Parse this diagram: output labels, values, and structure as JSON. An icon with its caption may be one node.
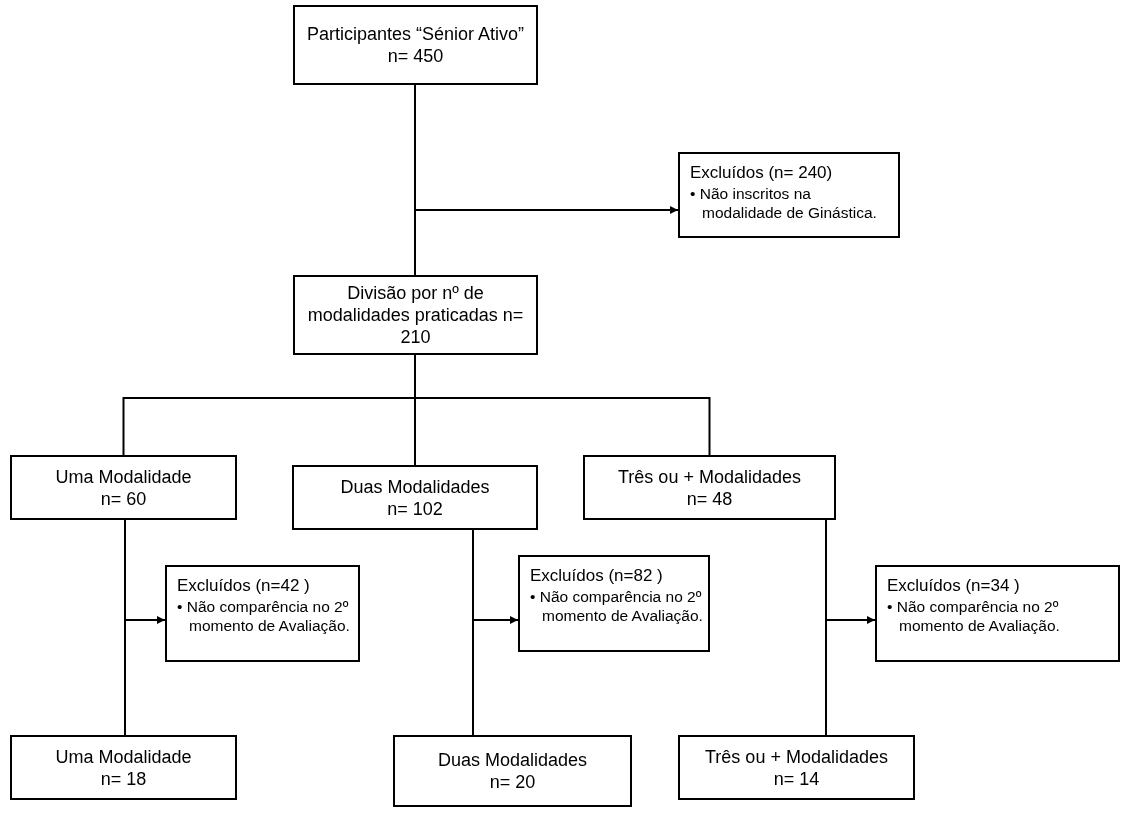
{
  "diagram": {
    "nodes": [
      {
        "text": [
          "Participantes “Sénior Ativo”",
          "n= 450"
        ]
      },
      {
        "text": [
          "Excluídos (n= 240)",
          "• Não inscritos na modalidade de Ginástica."
        ]
      },
      {
        "text": [
          "Divisão por nº de modalidades praticadas n= 210"
        ]
      },
      {
        "text": [
          "Uma Modalidade",
          "n= 60"
        ]
      },
      {
        "text": [
          "Duas Modalidades",
          "n= 102"
        ]
      },
      {
        "text": [
          "Três ou + Modalidades",
          "n= 48"
        ]
      },
      {
        "text": [
          "Excluídos (n=42 )",
          "• Não  comparência no 2º momento de Avaliação."
        ]
      },
      {
        "text": [
          "Excluídos (n=82 )",
          "• Não  comparência no 2º momento de Avaliação."
        ]
      },
      {
        "text": [
          "Excluídos (n=34 )",
          "• Não  comparência no 2º momento de Avaliação."
        ]
      },
      {
        "text": [
          "Uma Modalidade",
          "n= 18"
        ]
      },
      {
        "text": [
          "Duas Modalidades",
          "n= 20"
        ]
      },
      {
        "text": [
          "Três ou + Modalidades",
          "n= 14"
        ]
      }
    ],
    "edges": [
      {
        "from": 0,
        "to": 2,
        "arrow": "none"
      },
      {
        "from": 0,
        "to": 1,
        "arrow": "to"
      },
      {
        "from": 2,
        "to": 3,
        "arrow": "none"
      },
      {
        "from": 2,
        "to": 4,
        "arrow": "none"
      },
      {
        "from": 2,
        "to": 5,
        "arrow": "none"
      },
      {
        "from": 3,
        "to": 6,
        "arrow": "to"
      },
      {
        "from": 3,
        "to": 9,
        "arrow": "none"
      },
      {
        "from": 4,
        "to": 7,
        "arrow": "to"
      },
      {
        "from": 4,
        "to": 10,
        "arrow": "none"
      },
      {
        "from": 5,
        "to": 8,
        "arrow": "to"
      },
      {
        "from": 5,
        "to": 11,
        "arrow": "none"
      }
    ]
  }
}
